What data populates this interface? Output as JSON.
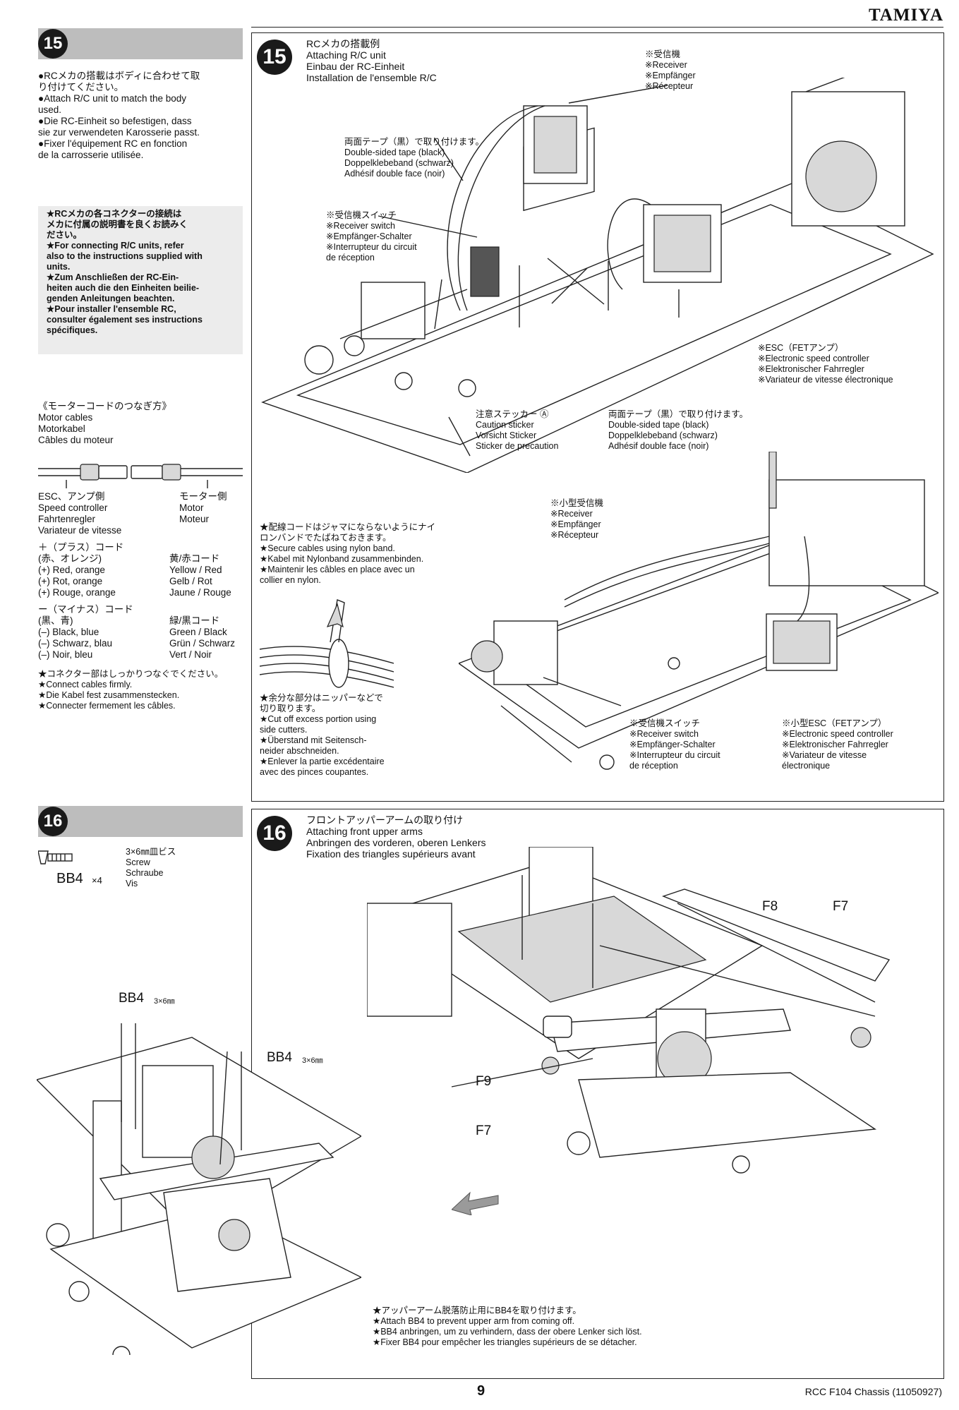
{
  "brand": "TAMIYA",
  "step15": {
    "number": "15",
    "left_text": "●RCメカの搭載はボディに合わせて取\nり付けてください。\n●Attach R/C unit to match the body\nused.\n●Die RC-Einheit so befestigen, dass\nsie zur verwendeten Karosserie passt.\n●Fixer l'équipement RC en fonction\nde la carrosserie utilisée.",
    "left_note": "★RCメカの各コネクターの接続は\nメカに付属の説明書を良くお読みく\nださい。\n★For connecting R/C units, refer\nalso to the instructions supplied with\nunits.\n★Zum Anschließen der RC-Ein-\nheiten auch die den Einheiten beilie-\ngenden Anleitungen beachten.\n★Pour installer l'ensemble RC,\nconsulter également ses instructions\nspécifiques.",
    "motor_title": "《モーターコードのつなぎ方》\nMotor cables\nMotorkabel\nCâbles du moteur",
    "esc_side": "ESC、アンプ側\nSpeed controller\nFahrtenregler\nVariateur de vitesse",
    "motor_side": "モーター側\nMotor\nMoteur",
    "plus_left": "＋（プラス）コード\n(赤、オレンジ)\n(+) Red, orange\n(+) Rot, orange\n(+) Rouge, orange",
    "plus_right": "黄/赤コード\nYellow / Red\nGelb / Rot\nJaune / Rouge",
    "minus_left": "ー（マイナス）コード\n(黒、青)\n(–) Black, blue\n(–) Schwarz, blau\n(–) Noir, bleu",
    "minus_right": "緑/黒コード\nGreen / Black\nGrün / Schwarz\nVert / Noir",
    "connect_note": "★コネクター部はしっかりつなぐでください。\n★Connect cables firmly.\n★Die Kabel fest zusammenstecken.\n★Connecter fermement les câbles.",
    "main_title": "RCメカの搭載例\nAttaching R/C unit\nEinbau der RC-Einheit\nInstallation de l'ensemble R/C",
    "receiver": "※受信機\n※Receiver\n※Empfänger\n※Récepteur",
    "tape_top": "両面テープ（黒）で取り付けます。\nDouble-sided tape (black)\nDoppelklebeband (schwarz)\nAdhésif double face (noir)",
    "switch": "※受信機スイッチ\n※Receiver switch\n※Empfänger-Schalter\n※Interrupteur du circuit\nde réception",
    "esc": "※ESC（FETアンプ）\n※Electronic speed controller\n※Elektronischer Fahrregler\n※Variateur de vitesse électronique",
    "caution": "注意ステッカー Ⓐ\nCaution sticker\nVorsicht Sticker\nSticker de precaution",
    "tape_bottom": "両面テープ（黒）で取り付けます。\nDouble-sided tape (black)\nDoppelklebeband (schwarz)\nAdhésif double face (noir)",
    "small_receiver": "※小型受信機\n※Receiver\n※Empfänger\n※Récepteur",
    "nylon_note": "★配線コードはジャマにならないようにナイ\nロンバンドでたばねておきます。\n★Secure cables using nylon band.\n★Kabel mit Nylonband zusammenbinden.\n★Maintenir les câbles en place avec un\ncollier en nylon.",
    "cut_note": "★余分な部分はニッパーなどで\n切り取ります。\n★Cut off excess portion using\nside cutters.\n★Überstand mit Seitensch-\nneider abschneiden.\n★Enlever la partie excédentaire\navec des pinces coupantes.",
    "switch2": "※受信機スイッチ\n※Receiver switch\n※Empfänger-Schalter\n※Interrupteur du circuit\nde réception",
    "small_esc": "※小型ESC（FETアンプ）\n※Electronic speed controller\n※Elektronischer Fahrregler\n※Variateur de vitesse\nélectronique"
  },
  "step16": {
    "number": "16",
    "screw_spec": "3×6㎜皿ビス\nScrew\nSchraube\nVis",
    "screw_code": "BB4",
    "screw_qty": "×4",
    "main_title": "フロントアッパーアームの取り付け\nAttaching front upper arms\nAnbringen des vorderen, oberen Lenkers\nFixation des triangles supérieurs avant",
    "label_bb4_a": "BB4",
    "label_bb4_a_size": "3×6㎜",
    "label_bb4_b": "BB4",
    "label_bb4_b_size": "3×6㎜",
    "label_f8": "F8",
    "label_f7_top": "F7",
    "label_f9": "F9",
    "label_f7_bottom": "F7",
    "bottom_note": "★アッパーアーム脱落防止用にBB4を取り付けます。\n★Attach BB4 to prevent upper arm from coming off.\n★BB4 anbringen, um zu verhindern, dass der obere Lenker sich löst.\n★Fixer BB4 pour empêcher les triangles supérieurs de se détacher."
  },
  "footer": {
    "page_number": "9",
    "doc_id": "RCC F104 Chassis (11050927)"
  }
}
